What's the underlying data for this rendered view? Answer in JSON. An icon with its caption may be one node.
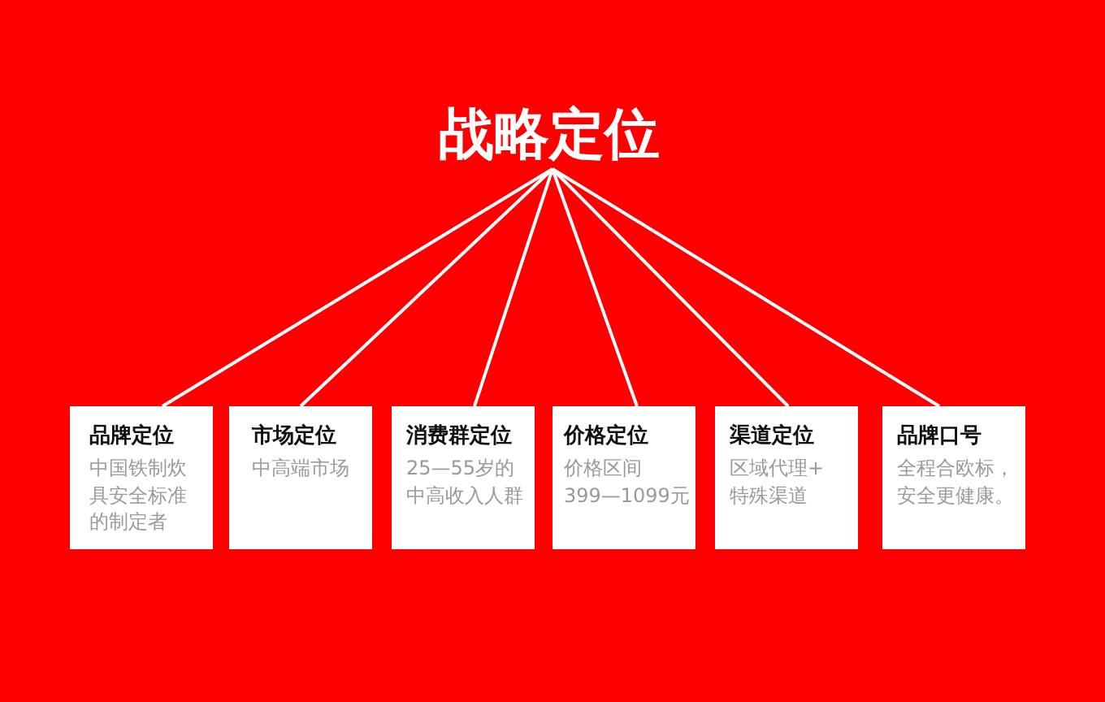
{
  "diagram": {
    "nodes": [
      {
        "text": [
          "战略定位"
        ]
      },
      {
        "text": [
          "品牌定位",
          "中国铁制炊具安全标准的制定者"
        ]
      },
      {
        "text": [
          "市场定位",
          "中高端市场"
        ]
      },
      {
        "text": [
          "消费群定位",
          "25—55岁的中高收入人群"
        ]
      },
      {
        "text": [
          "价格定位",
          "价格区间",
          "399—1099元"
        ]
      },
      {
        "text": [
          "渠道定位",
          "区域代理+特殊渠道"
        ]
      },
      {
        "text": [
          "品牌口号",
          "全程合欧标，安全更健康。"
        ]
      }
    ],
    "edges": [
      {
        "from": 0,
        "to": 1,
        "arrow": "none"
      },
      {
        "from": 0,
        "to": 2,
        "arrow": "none"
      },
      {
        "from": 0,
        "to": 3,
        "arrow": "none"
      },
      {
        "from": 0,
        "to": 4,
        "arrow": "none"
      },
      {
        "from": 0,
        "to": 5,
        "arrow": "none"
      },
      {
        "from": 0,
        "to": 6,
        "arrow": "none"
      }
    ]
  }
}
